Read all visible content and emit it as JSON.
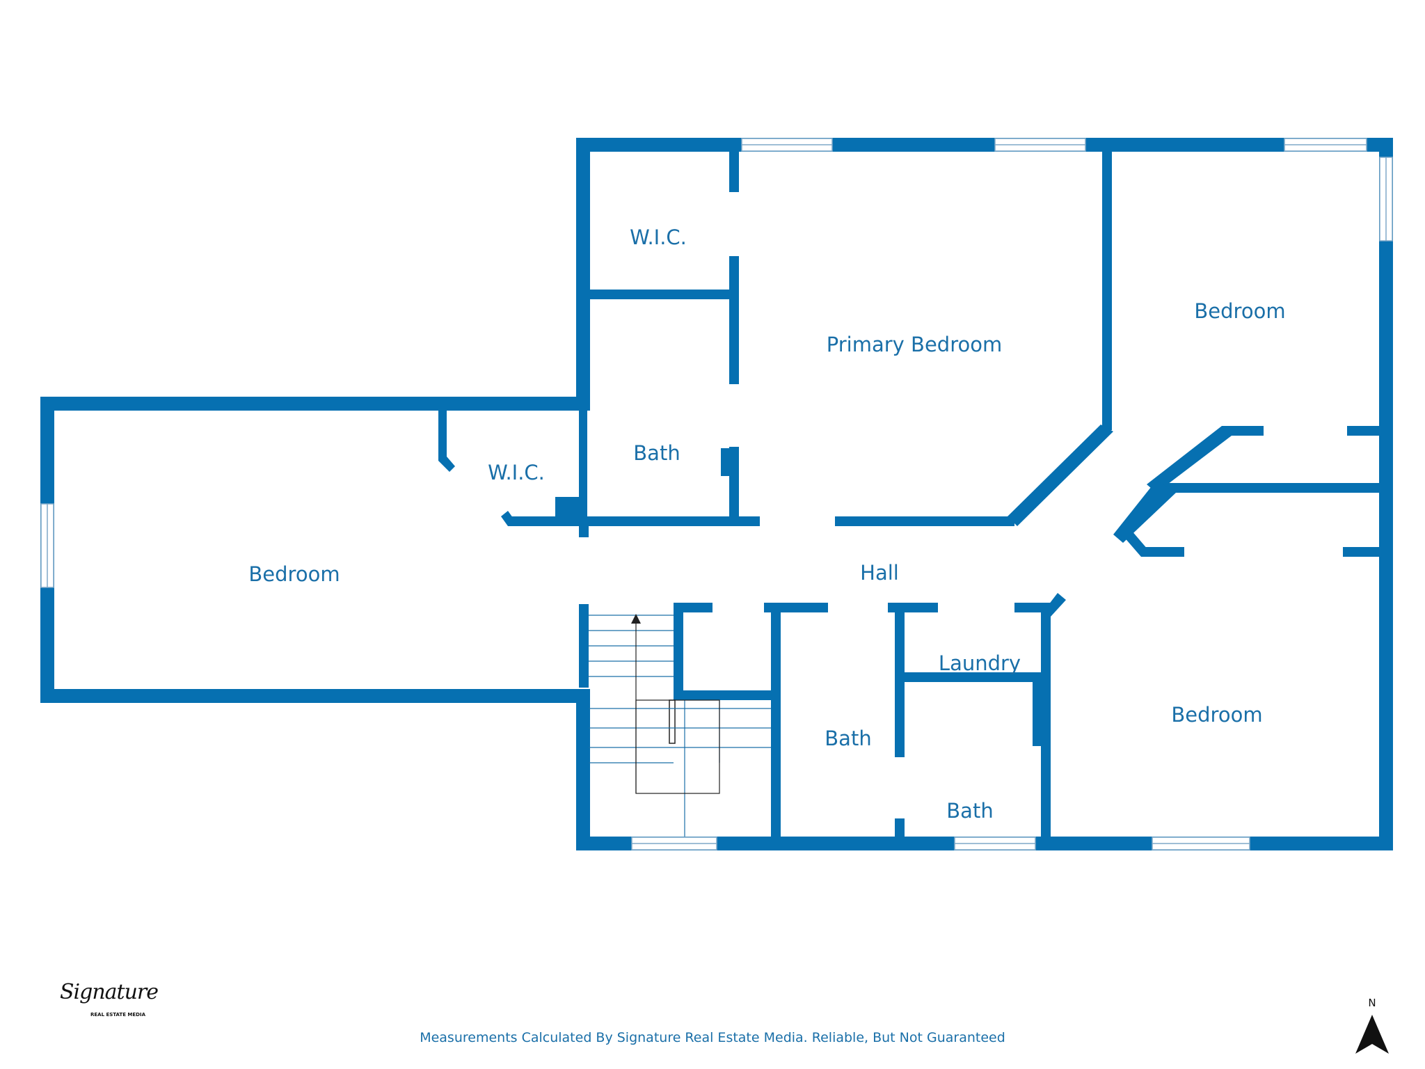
{
  "colors": {
    "wall": "#0670b1",
    "label": "#1a6fa8",
    "window_line": "#7fa9c9",
    "stair_line": "#1a6fa8"
  },
  "rooms": {
    "wic_top": "W.I.C.",
    "primary_bedroom": "Primary Bedroom",
    "bedroom_ne": "Bedroom",
    "bath_primary": "Bath",
    "wic_left": "W.I.C.",
    "bedroom_west": "Bedroom",
    "hall": "Hall",
    "laundry": "Laundry",
    "bedroom_se": "Bedroom",
    "bath_center": "Bath",
    "bath_small": "Bath"
  },
  "footer": {
    "disclaimer": "Measurements Calculated By Signature Real Estate Media. Reliable, But Not Guaranteed"
  },
  "logo": {
    "script_text": "Signature",
    "sub_text": "REAL ESTATE MEDIA"
  },
  "compass": {
    "label": "N"
  }
}
